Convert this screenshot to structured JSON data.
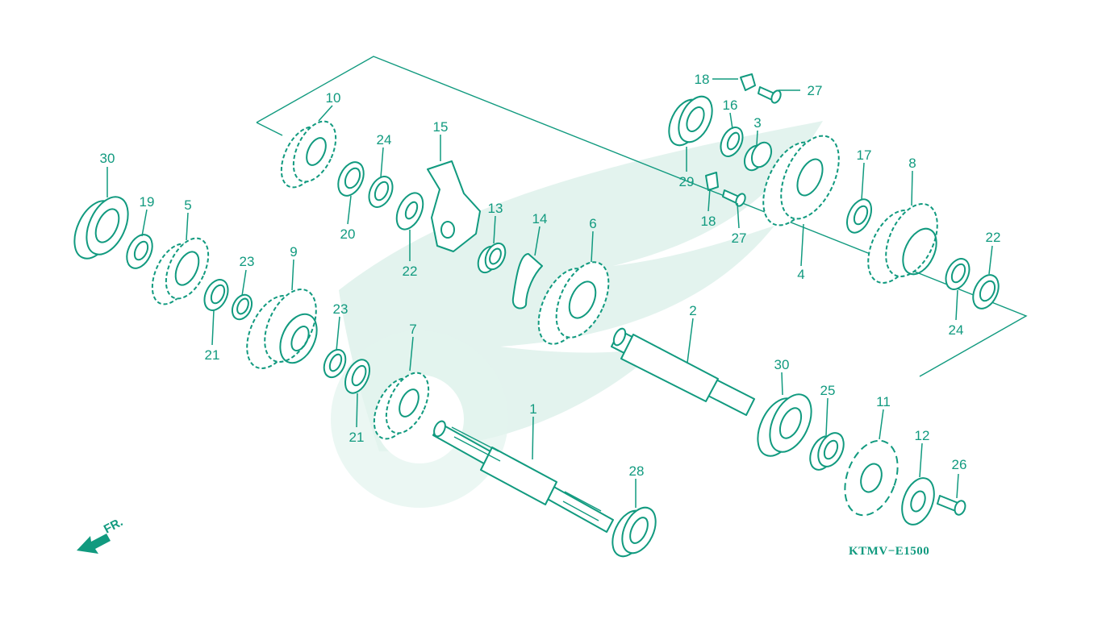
{
  "diagram_code": "KTMV−E1500",
  "direction_label": "FR.",
  "colors": {
    "line": "#119a7f",
    "watermark": "#e3f3ee",
    "background": "#ffffff"
  },
  "callouts": [
    "1",
    "2",
    "3",
    "4",
    "5",
    "6",
    "7",
    "8",
    "9",
    "10",
    "11",
    "12",
    "13",
    "14",
    "15",
    "16",
    "17",
    "18",
    "18",
    "19",
    "20",
    "21",
    "21",
    "22",
    "22",
    "23",
    "23",
    "24",
    "24",
    "25",
    "26",
    "27",
    "27",
    "28",
    "29",
    "30",
    "30"
  ]
}
